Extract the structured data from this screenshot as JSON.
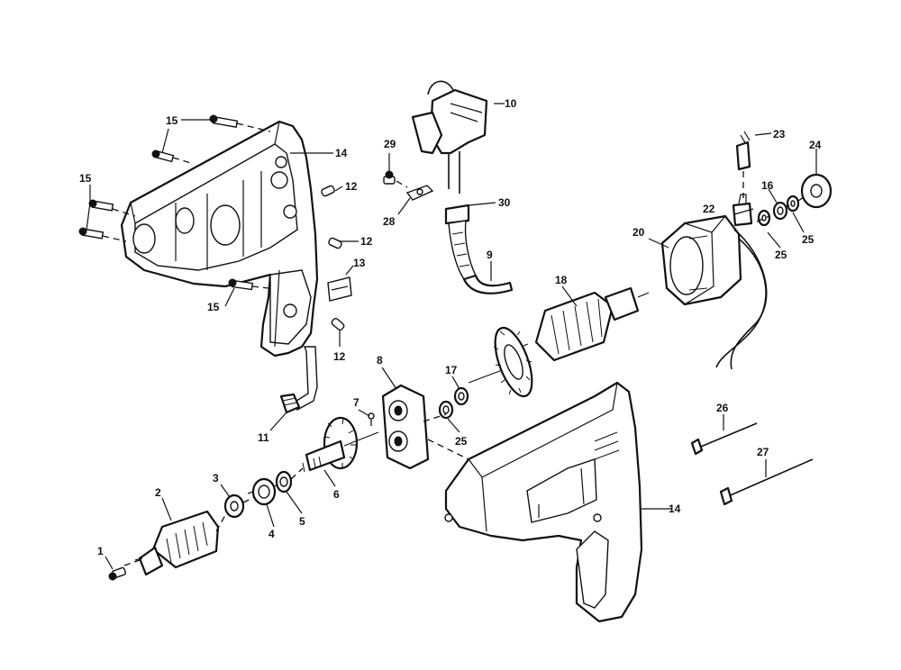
{
  "callouts": {
    "c1": "1",
    "c2": "2",
    "c3": "3",
    "c4": "4",
    "c5": "5",
    "c6": "6",
    "c7": "7",
    "c8": "8",
    "c9": "9",
    "c10": "10",
    "c11": "11",
    "c12a": "12",
    "c12b": "12",
    "c12c": "12",
    "c13": "13",
    "c14a": "14",
    "c14b": "14",
    "c15a": "15",
    "c15b": "15",
    "c15c": "15",
    "c16": "16",
    "c17": "17",
    "c18": "18",
    "c20": "20",
    "c22": "22",
    "c23": "23",
    "c24": "24",
    "c25a": "25",
    "c25b": "25",
    "c25c": "25",
    "c26": "26",
    "c27": "27",
    "c28": "28",
    "c29": "29",
    "c30": "30"
  }
}
